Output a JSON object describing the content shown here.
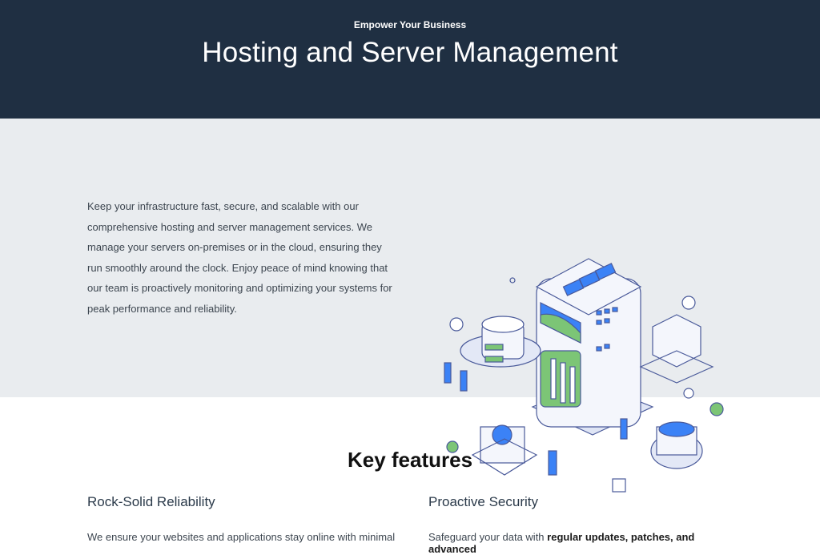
{
  "hero": {
    "eyebrow": "Empower Your Business",
    "title": "Hosting and Server Management"
  },
  "intro": {
    "text": "Keep your infrastructure fast, secure, and scalable with our comprehensive hosting and server management services. We manage your servers on-premises or in the cloud, ensuring they run smoothly around the clock. Enjoy peace of mind knowing that our team is proactively monitoring and optimizing your systems for peak performance and reliability."
  },
  "features": {
    "heading": "Key features",
    "items": [
      {
        "title": "Rock-Solid Reliability",
        "text": "We ensure your websites and applications stay online with minimal"
      },
      {
        "title": "Proactive Security",
        "text_pre": "Safeguard your data with ",
        "text_bold": "regular updates, patches, and advanced"
      }
    ]
  },
  "colors": {
    "header": "#1f2f42",
    "band": "#e9ecef",
    "accent": "#3b82f6",
    "green": "#7cc576"
  }
}
